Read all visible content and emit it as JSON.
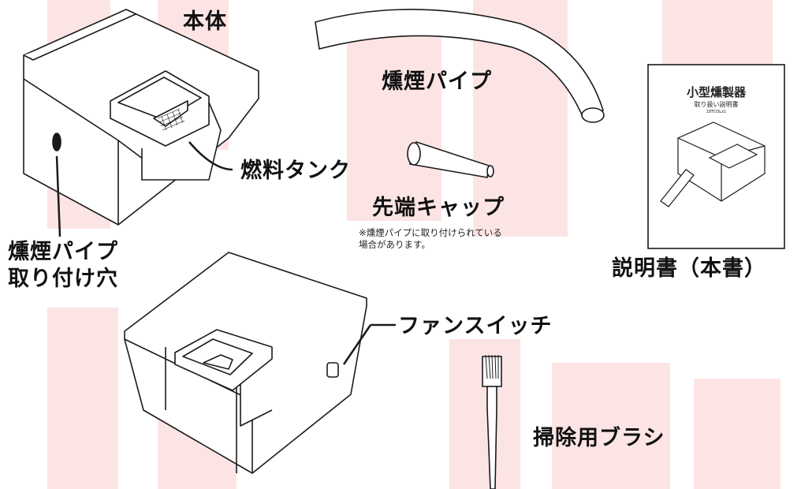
{
  "labels": {
    "body": "本体",
    "smoke_pipe": "燻煙パイプ",
    "fuel_tank": "燃料タンク",
    "tip_cap": "先端キャップ",
    "tip_cap_note_line1": "※燻煙パイプに取り付けられている",
    "tip_cap_note_line2": "場合があります。",
    "pipe_hole_line1": "燻煙パイプ",
    "pipe_hole_line2": "取り付け穴",
    "manual": "説明書（本書）",
    "fan_switch": "ファンスイッチ",
    "brush": "掃除用ブラシ"
  },
  "manual_cover": {
    "title": "小型燻製器",
    "subtitle": "取り扱い説明書",
    "code": "18TO3Lx1"
  },
  "colors": {
    "watermark": "#fde4e4",
    "line": "#1a1a1a",
    "text": "#111111"
  }
}
